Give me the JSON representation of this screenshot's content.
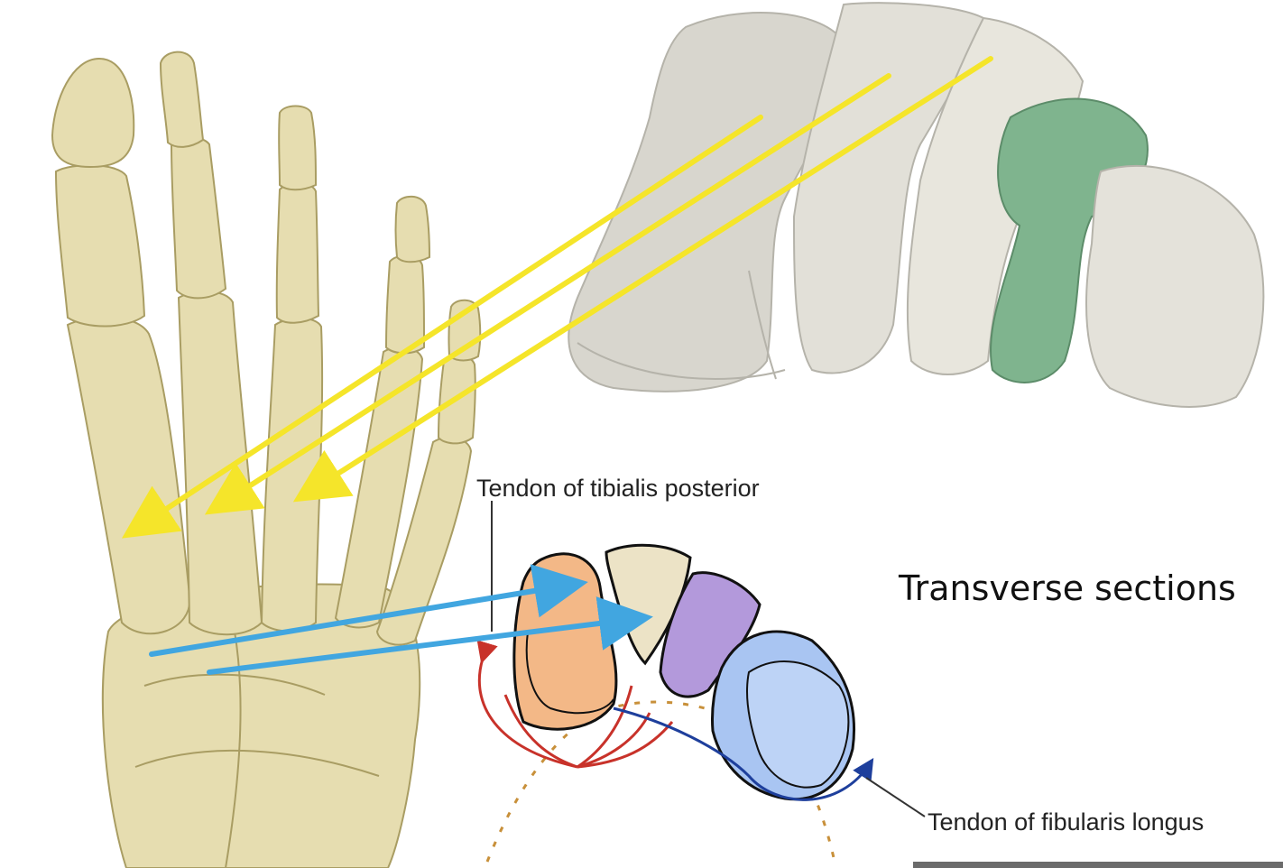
{
  "labels": {
    "heading": "Transverse sections",
    "tibialis_posterior": "Tendon of tibialis posterior",
    "fibularis_longus": "Tendon of fibularis longus"
  },
  "colors": {
    "bone": "#e6ddb0",
    "bone_shadow": "#b8ad78",
    "model_bone": "#dcdad2",
    "model_cuboid": "#7fb48e",
    "yellow_arrow": "#f5e52a",
    "blue_arrow": "#41a6e0",
    "section_orange": "#f3b887",
    "section_cream": "#ece3c6",
    "section_purple": "#b399db",
    "section_blue": "#a9c5f2",
    "tendon_red": "#c8322a",
    "tendon_blue": "#1e3f9c"
  },
  "icons": {
    "foot_skeleton": "foot-skeleton-photo",
    "model": "3d-tarsal-model",
    "section": "transverse-section-diagram"
  }
}
